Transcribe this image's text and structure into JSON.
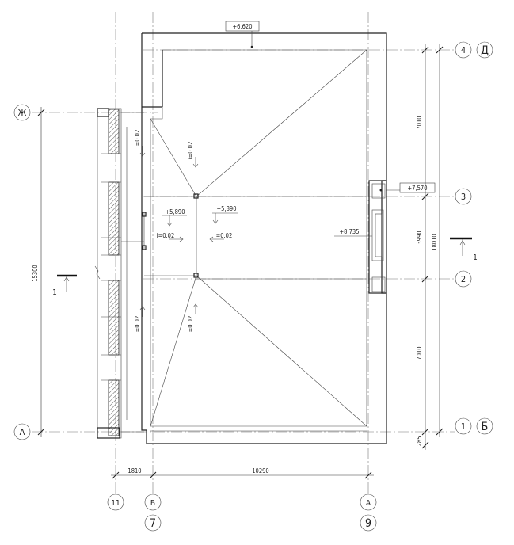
{
  "levels": {
    "roof_top": "+6,620",
    "stair_top": "+7,570",
    "upper": "+8,735",
    "ridge_left": "+5,890",
    "ridge_right": "+5,890"
  },
  "slopes": {
    "top": "i=0.02",
    "mid_left": "i=0.02",
    "mid_right": "i=0.02",
    "left_upper": "i=0.02",
    "left_lower": "i=0.02",
    "bottom": "i=0.02"
  },
  "dimensions": {
    "right_upper": "7010",
    "right_mid": "3990",
    "right_lower": "7010",
    "right_total": "18010",
    "right_bottom": "285",
    "left_total": "15300",
    "bottom_left": "1810",
    "bottom_right": "10290"
  },
  "axes": {
    "right": [
      "4",
      "Д",
      "3",
      "2",
      "1",
      "Б"
    ],
    "left": [
      "Ж",
      "А"
    ],
    "bottom": [
      "11",
      "Б",
      "7",
      "А",
      "9"
    ]
  },
  "sections": {
    "left": "1",
    "right": "1"
  }
}
